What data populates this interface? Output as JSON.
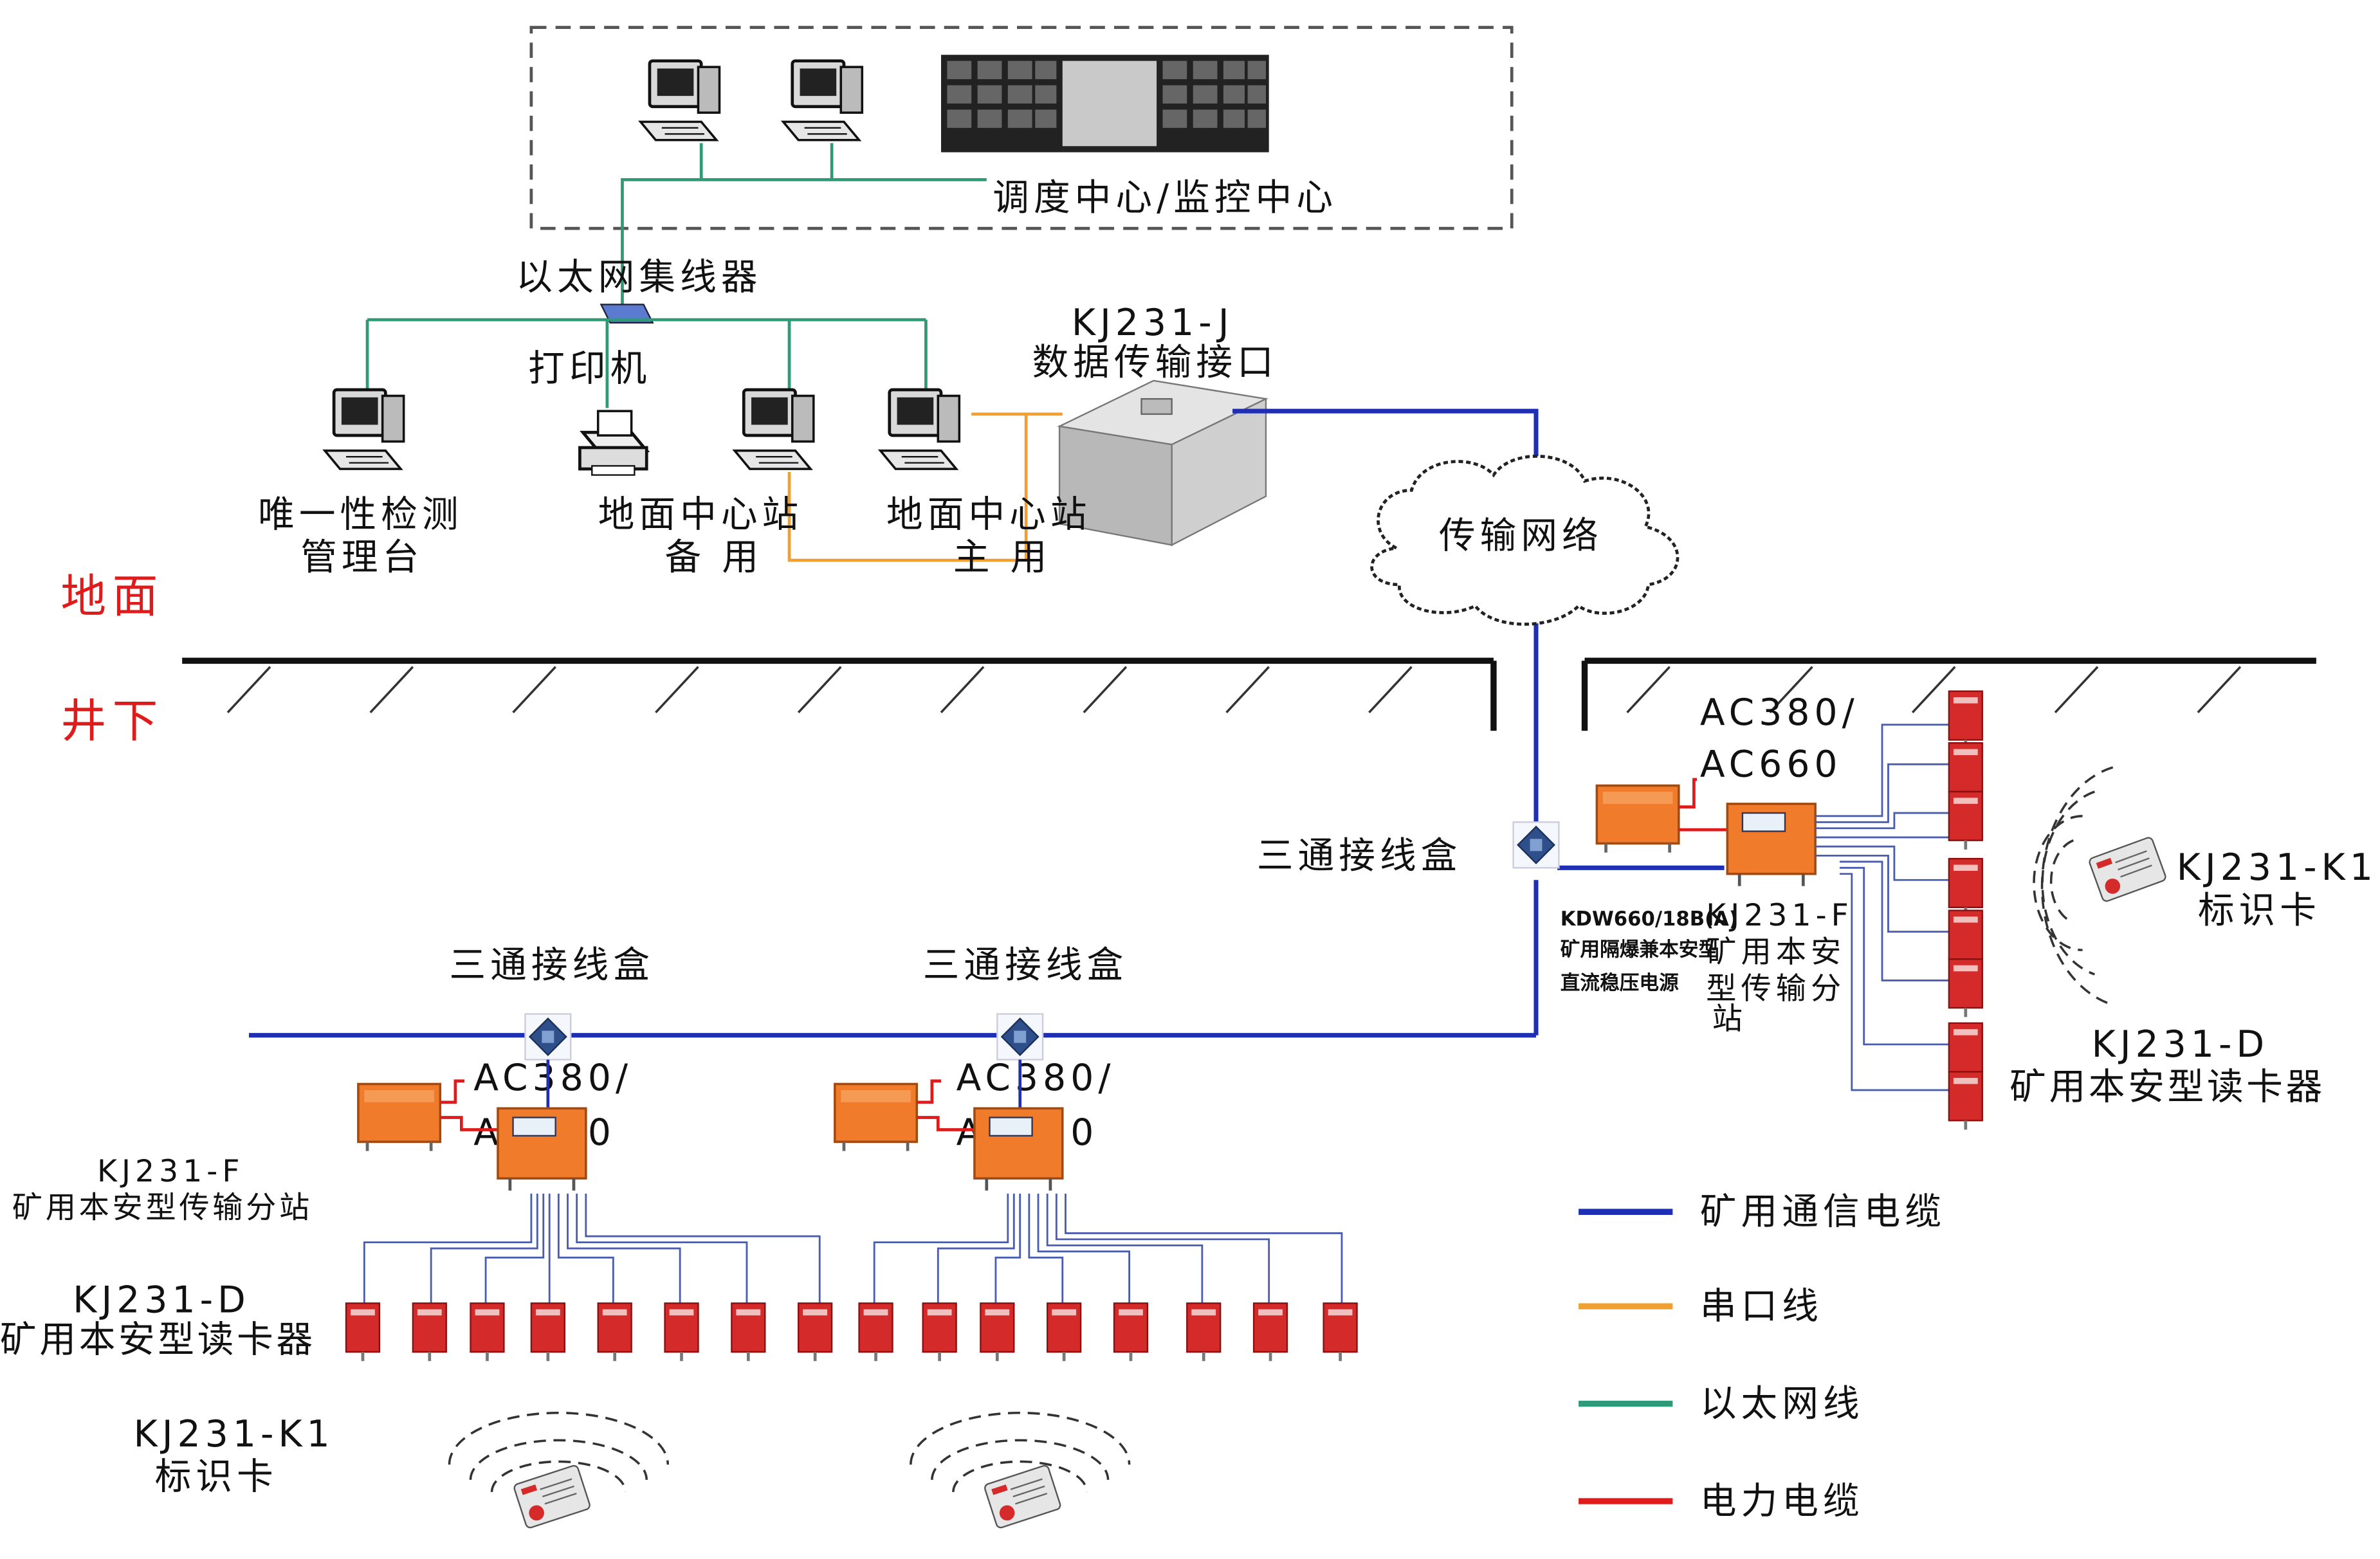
{
  "labels": {
    "dispatch_center": "调度中心/监控中心",
    "ethernet_hub": "以太网集线器",
    "printer": "打印机",
    "data_interface_model": "KJ231-J",
    "data_interface_name": "数据传输接口",
    "uniqueness_line1": "唯一性检测",
    "uniqueness_line2": "管理台",
    "ground_backup_line1": "地面中心站",
    "ground_backup_line2": "备 用",
    "ground_main_line1": "地面中心站",
    "ground_main_line2": "主 用",
    "transmission_network": "传输网络",
    "surface": "地面",
    "underground": "井下",
    "junction_box_right": "三通接线盒",
    "junction_box_left1": "三通接线盒",
    "junction_box_left2": "三通接线盒",
    "power_right_line1": "AC380/",
    "power_right_line2": "AC660",
    "power_left1_line1": "AC380/",
    "power_left1_line2": "AC660",
    "power_left2_line1": "AC380/",
    "power_left2_line2": "AC660",
    "psu_model": "KDW660/18B(A)",
    "psu_line2": "矿用隔爆兼本安型",
    "psu_line3": "直流稳压电源",
    "substation_right_line1": "KJ231-F",
    "substation_right_line2": "矿用本安",
    "substation_right_line3": "型传输分",
    "substation_right_line4": "站",
    "tag_right_line1": "KJ231-K1",
    "tag_right_line2": "标识卡",
    "reader_right_line1": "KJ231-D",
    "reader_right_line2": "矿用本安型读卡器",
    "substation_left_line1": "KJ231-F",
    "substation_left_line2": "矿用本安型传输分站",
    "reader_left_line1": "KJ231-D",
    "reader_left_line2": "矿用本安型读卡器",
    "tag_left_line1": "KJ231-K1",
    "tag_left_line2": "标识卡"
  },
  "legend": [
    {
      "label": "矿用通信电缆",
      "color": "#1f2fb5"
    },
    {
      "label": "串口线",
      "color": "#f0a030"
    },
    {
      "label": "以太网线",
      "color": "#2f9a78"
    },
    {
      "label": "电力电缆",
      "color": "#e01b1b"
    }
  ],
  "colors": {
    "comm_cable": "#1f2fb5",
    "serial_line": "#f0a030",
    "ethernet_line": "#2f9a78",
    "power_cable": "#e01b1b",
    "device_orange": "#f07b2a",
    "reader_red": "#d42a2a"
  },
  "icons": {
    "workstation": "computer-workstation-icon",
    "printer": "printer-icon",
    "hub": "ethernet-hub-icon",
    "cloud": "cloud-network-icon",
    "card": "id-tag-card-icon"
  }
}
